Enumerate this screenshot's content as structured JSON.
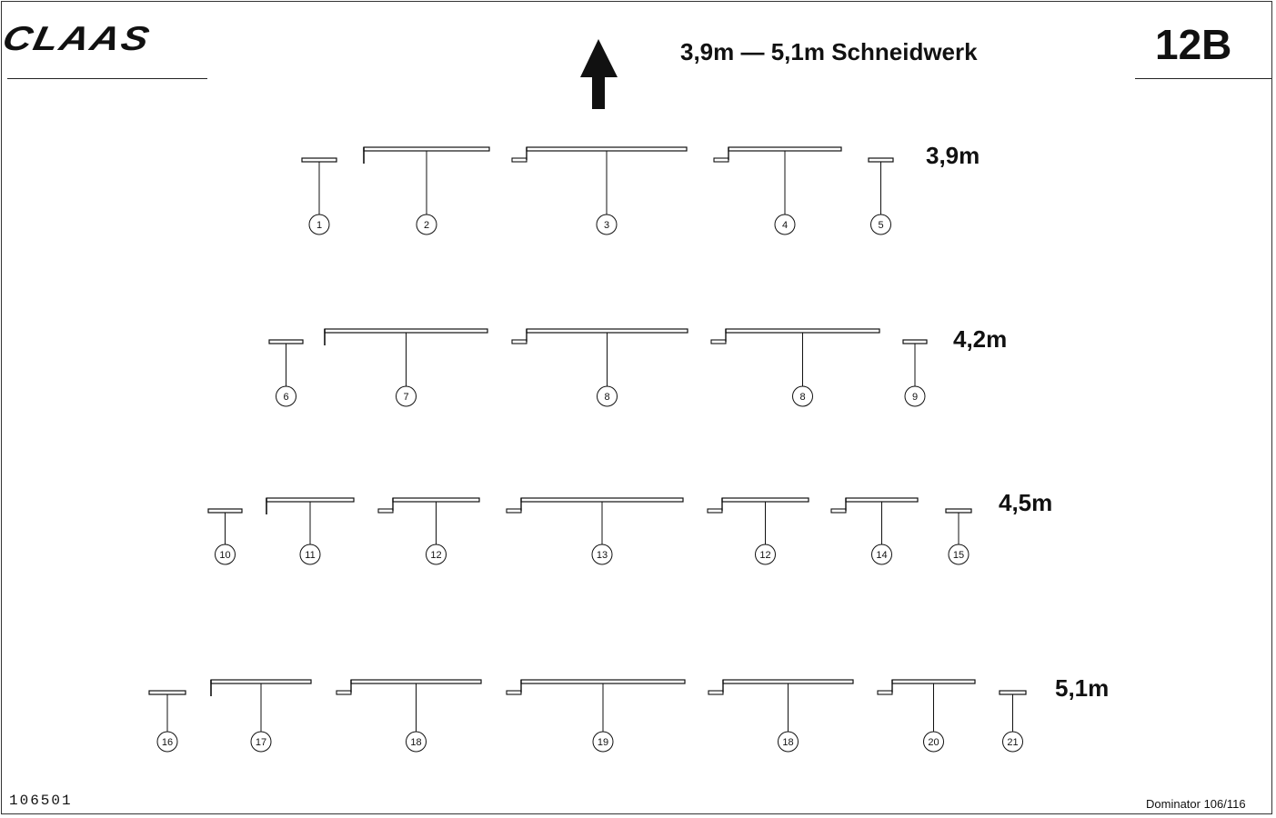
{
  "header": {
    "logo": "CLAAS",
    "title": "3,9m — 5,1m Schneidwerk",
    "code": "12B"
  },
  "footer": {
    "reference": "106501",
    "model": "Dominator 106/116"
  },
  "rows": [
    {
      "width_label": "3,9m",
      "parts": [
        {
          "type": "end",
          "number": "1"
        },
        {
          "type": "left",
          "number": "2"
        },
        {
          "type": "mid",
          "number": "3"
        },
        {
          "type": "mid",
          "number": "4"
        },
        {
          "type": "end",
          "number": "5"
        }
      ]
    },
    {
      "width_label": "4,2m",
      "parts": [
        {
          "type": "end",
          "number": "6"
        },
        {
          "type": "left",
          "number": "7"
        },
        {
          "type": "mid",
          "number": "8"
        },
        {
          "type": "mid",
          "number": "8"
        },
        {
          "type": "end",
          "number": "9"
        }
      ]
    },
    {
      "width_label": "4,5m",
      "parts": [
        {
          "type": "end",
          "number": "10"
        },
        {
          "type": "left",
          "number": "11"
        },
        {
          "type": "mid",
          "number": "12"
        },
        {
          "type": "mid",
          "number": "13"
        },
        {
          "type": "mid",
          "number": "12"
        },
        {
          "type": "mid",
          "number": "14"
        },
        {
          "type": "end",
          "number": "15"
        }
      ]
    },
    {
      "width_label": "5,1m",
      "parts": [
        {
          "type": "end",
          "number": "16"
        },
        {
          "type": "left",
          "number": "17"
        },
        {
          "type": "mid",
          "number": "18"
        },
        {
          "type": "mid",
          "number": "19"
        },
        {
          "type": "mid",
          "number": "18"
        },
        {
          "type": "mid",
          "number": "20"
        },
        {
          "type": "end",
          "number": "21"
        }
      ]
    }
  ]
}
